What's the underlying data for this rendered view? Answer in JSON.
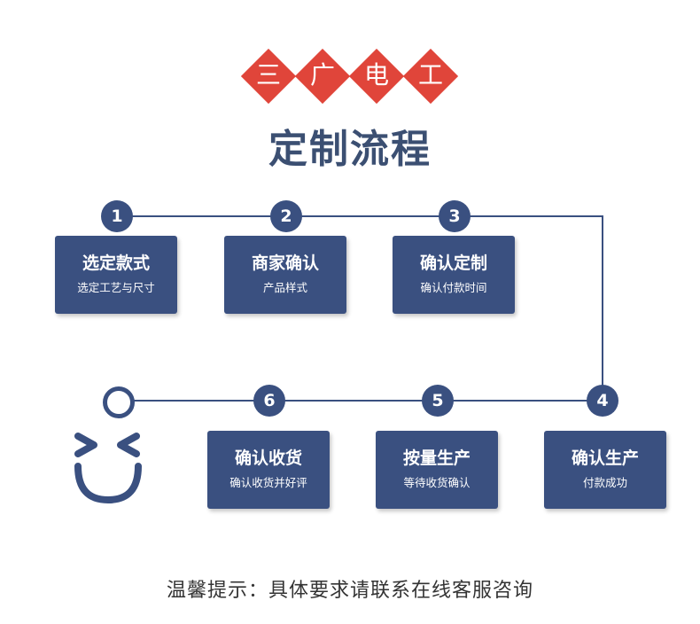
{
  "brand": {
    "chars": [
      "三",
      "广",
      "电",
      "工"
    ],
    "color": "#e0453a"
  },
  "title": "定制流程",
  "steps": [
    {
      "number": "1",
      "title": "选定款式",
      "subtitle": "选定工艺与尺寸"
    },
    {
      "number": "2",
      "title": "商家确认",
      "subtitle": "产品样式"
    },
    {
      "number": "3",
      "title": "确认定制",
      "subtitle": "确认付款时间"
    },
    {
      "number": "4",
      "title": "确认生产",
      "subtitle": "付款成功"
    },
    {
      "number": "5",
      "title": "按量生产",
      "subtitle": "等待收货确认"
    },
    {
      "number": "6",
      "title": "确认收货",
      "subtitle": "确认收货并好评"
    }
  ],
  "tip": "温馨提示：具体要求请联系在线客服咨询",
  "colors": {
    "primary": "#3a5080",
    "title": "#3b4f72",
    "text": "#333333",
    "brand_red": "#e0453a"
  }
}
